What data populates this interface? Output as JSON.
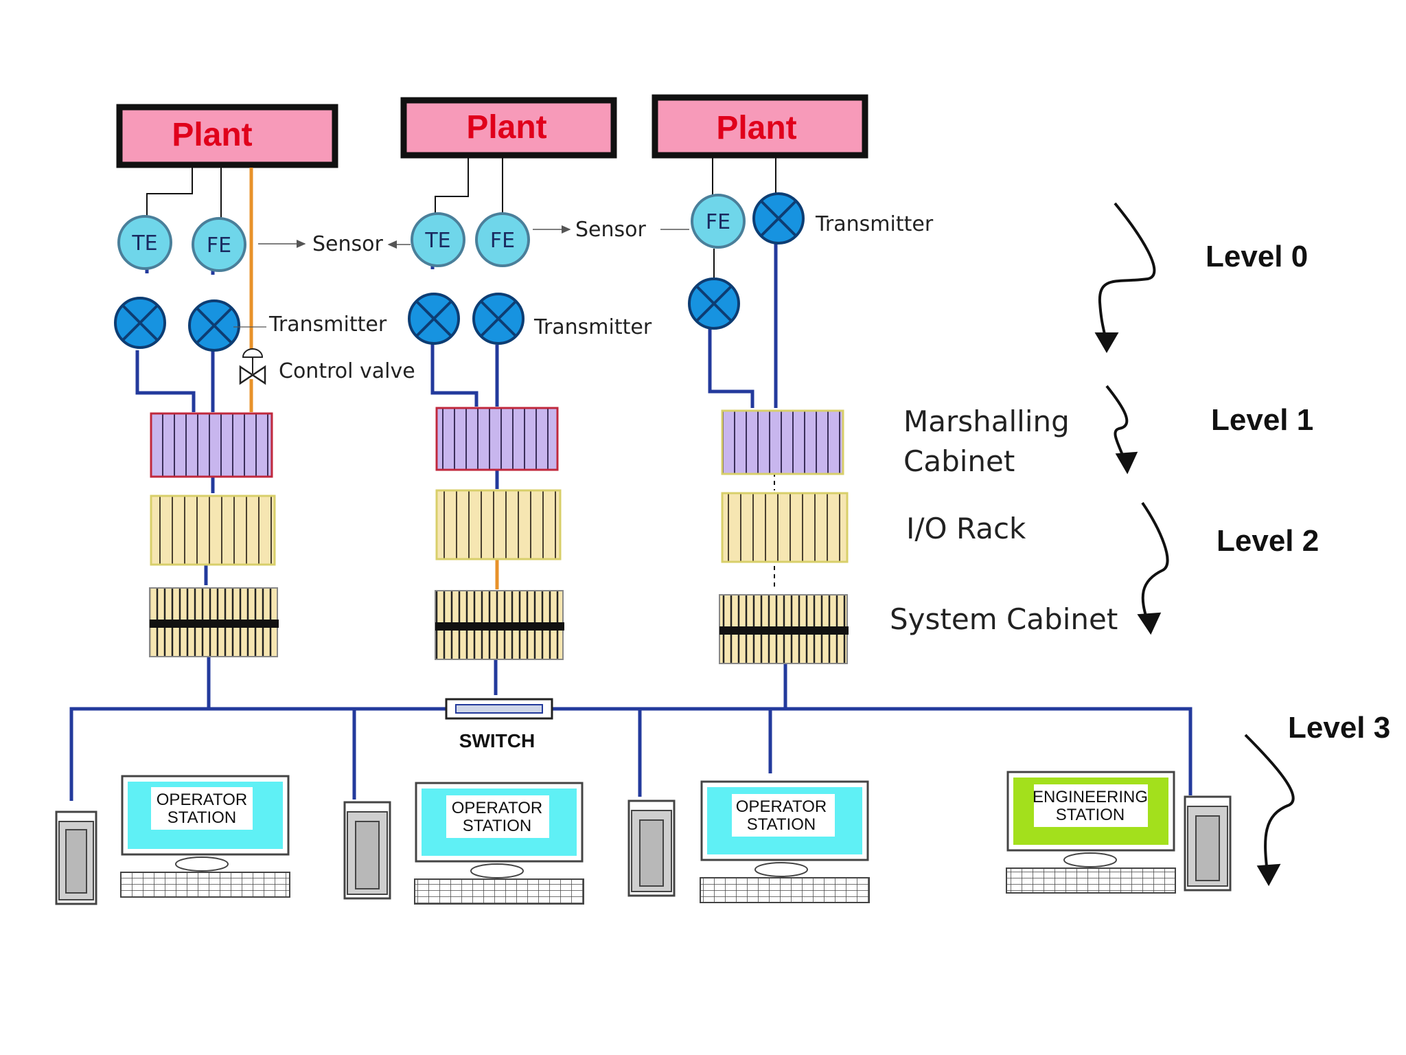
{
  "plants": [
    "Plant",
    "Plant",
    "Plant"
  ],
  "instruments": {
    "te1": "TE",
    "fe1": "FE",
    "te2": "TE",
    "fe2": "FE",
    "fe3": "FE"
  },
  "labels": {
    "sensor_left": "Sensor",
    "sensor_right": "Sensor",
    "transmitter_1": "Transmitter",
    "transmitter_2": "Transmitter",
    "transmitter_3": "Transmitter",
    "control_valve": "Control valve",
    "marshalling_1": "Marshalling",
    "marshalling_2": "Cabinet",
    "io_rack": "I/O Rack",
    "system_cabinet": "System Cabinet",
    "switch": "SWITCH"
  },
  "levels": [
    "Level 0",
    "Level 1",
    "Level 2",
    "Level 3"
  ],
  "stations": [
    {
      "line1": "OPERATOR",
      "line2": "STATION",
      "screen_color": "#5ff0f5"
    },
    {
      "line1": "OPERATOR",
      "line2": "STATION",
      "screen_color": "#5ff0f5"
    },
    {
      "line1": "OPERATOR",
      "line2": "STATION",
      "screen_color": "#5ff0f5"
    },
    {
      "line1": "ENGINEERING",
      "line2": "STATION",
      "screen_color": "#a3e01c"
    }
  ],
  "colors": {
    "plant_fill": "#f79ab9",
    "sensor_fill": "#6fd6ea",
    "transmitter_fill": "#1793e0",
    "marshalling_fill": "#c8b6ee",
    "io_rack_fill": "#f6e6b2",
    "signal_line": "#233a9c",
    "control_line": "#e8922a"
  }
}
